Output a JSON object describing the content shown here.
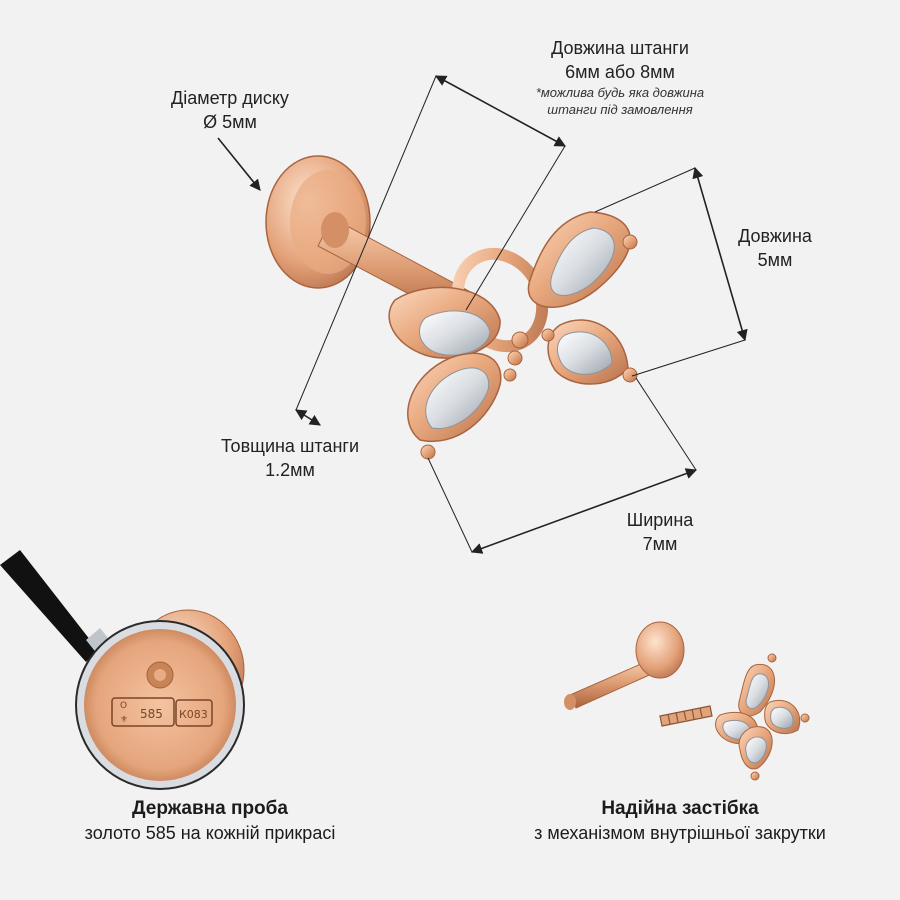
{
  "annotations": {
    "bar_length": {
      "title": "Довжина штанги",
      "value": "6мм або 8мм",
      "note_line1": "*можлива будь яка довжина",
      "note_line2": "штанги під замовлення"
    },
    "disc_diameter": {
      "title": "Діаметр диску",
      "value": "Ø 5мм"
    },
    "length": {
      "title": "Довжина",
      "value": "5мм"
    },
    "bar_thickness": {
      "title": "Товщина штанги",
      "value": "1.2мм"
    },
    "width": {
      "title": "Ширина",
      "value": "7мм"
    }
  },
  "hallmark": {
    "marks": [
      "585",
      "К083"
    ]
  },
  "features": {
    "hallmark": {
      "title": "Державна проба",
      "subtitle": "золото 585 на кожній прикрасі"
    },
    "clasp": {
      "title": "Надійна застібка",
      "subtitle": "з механізмом внутрішньої закрутки"
    }
  },
  "colors": {
    "background": "#f2f2f2",
    "gold": "#e9a97f",
    "gold_dark": "#b8724b",
    "gold_light": "#fbd9c0",
    "line": "#222222"
  }
}
